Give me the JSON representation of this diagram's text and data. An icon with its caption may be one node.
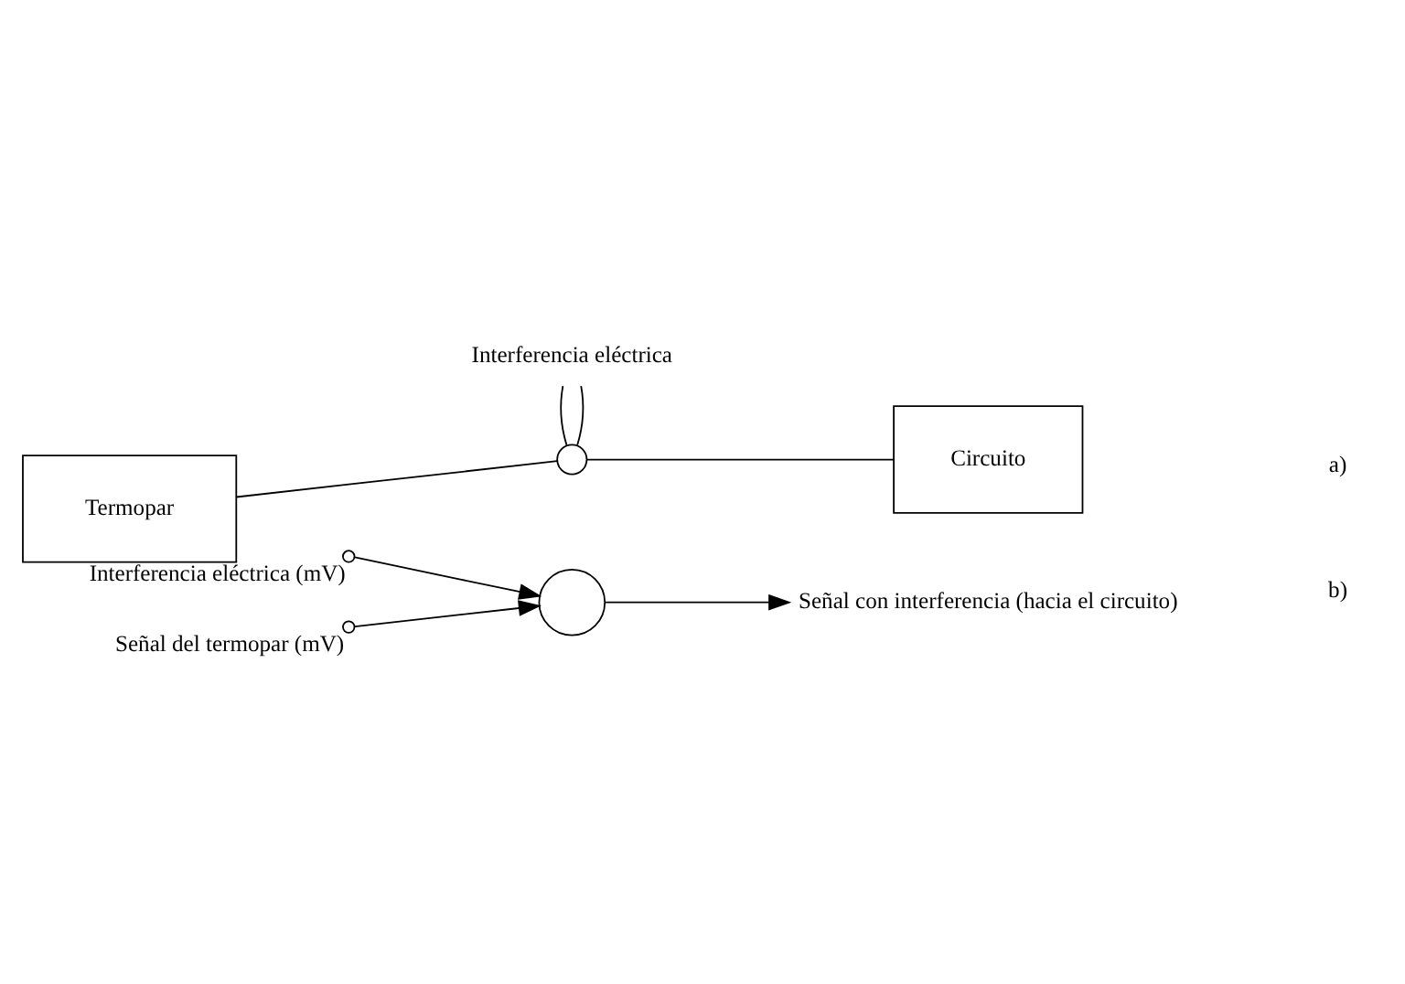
{
  "diagram": {
    "nodes": [
      {
        "text": [
          "Termopar"
        ]
      },
      {
        "text": [],
        "shape": "circle"
      },
      {
        "text": [
          "Circuito"
        ]
      },
      {
        "text": [
          "Interferencia eléctrica"
        ]
      },
      {
        "text": [],
        "shape": "circle",
        "beside": [
          "Interferencia eléctrica (mV)"
        ]
      },
      {
        "text": [],
        "shape": "circle",
        "beside": [
          "Señal del termopar (mV)"
        ]
      },
      {
        "text": [],
        "shape": "circle"
      },
      {
        "text": [
          "Señal con interferencia (hacia el circuito)"
        ]
      }
    ],
    "edges": [
      {
        "from": 0,
        "to": 1,
        "arrow": "none"
      },
      {
        "from": 1,
        "to": 2,
        "arrow": "none"
      },
      {
        "from": 3,
        "to": 1,
        "arrow": "none"
      },
      {
        "from": 3,
        "to": 1,
        "arrow": "none"
      },
      {
        "from": 4,
        "to": 6,
        "arrow": "to"
      },
      {
        "from": 5,
        "to": 6,
        "arrow": "to"
      },
      {
        "from": 6,
        "to": 7,
        "arrow": "to"
      }
    ],
    "labels": [
      "a)",
      "b)"
    ]
  }
}
